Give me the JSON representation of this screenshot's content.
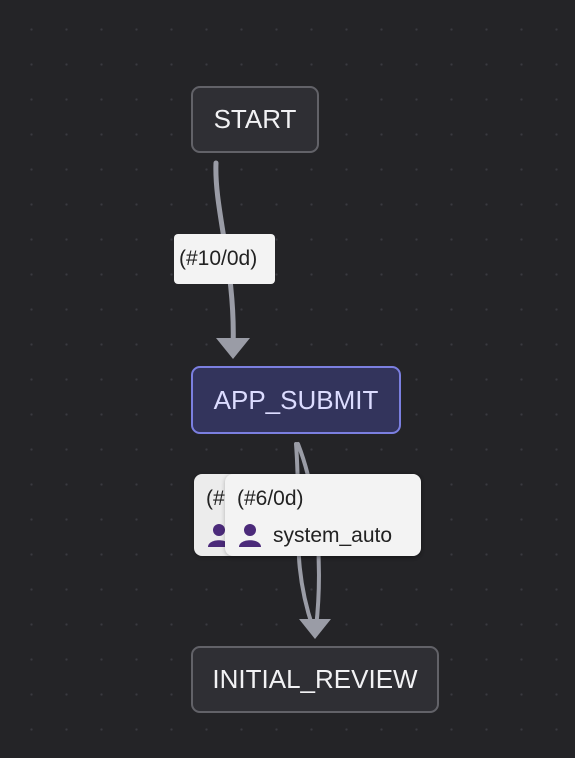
{
  "nodes": {
    "start": {
      "label": "START"
    },
    "app_submit": {
      "label": "APP_SUBMIT"
    },
    "initial_review": {
      "label": "INITIAL_REVIEW"
    }
  },
  "edges": {
    "start_to_app_submit": {
      "label": "(#10/0d)"
    },
    "app_submit_to_initial_review_a": {
      "label": "(#",
      "user": "system_auto"
    },
    "app_submit_to_initial_review_b": {
      "label": "(#6/0d)",
      "user": "system_auto"
    }
  },
  "colors": {
    "background": "#242427",
    "node_fill": "#2f2f34",
    "node_border": "#626268",
    "active_node_fill": "#33345c",
    "active_node_border": "#7b7fe0",
    "edge": "#9a9ca6",
    "label_fill": "#f3f3f3",
    "user_icon": "#4b2a7a"
  }
}
